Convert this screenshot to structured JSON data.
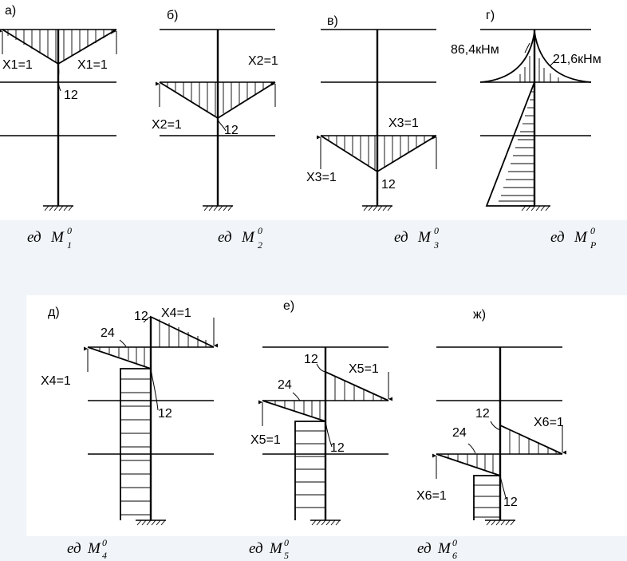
{
  "panels": {
    "a": {
      "letter": "а)",
      "x_left": "X1=1",
      "x_right": "X1=1",
      "value": "12",
      "caption": {
        "prefix": "ед",
        "main": "M",
        "sup": "0",
        "sub": "1"
      }
    },
    "b": {
      "letter": "б)",
      "x_top": "X2=1",
      "x_left": "X2=1",
      "value": "12",
      "caption": {
        "prefix": "ед",
        "main": "M",
        "sup": "0",
        "sub": "2"
      }
    },
    "v": {
      "letter": "в)",
      "x_top": "X3=1",
      "x_left": "X3=1",
      "value": "12",
      "caption": {
        "prefix": "ед",
        "main": "M",
        "sup": "0",
        "sub": "3"
      }
    },
    "g": {
      "letter": "г)",
      "value_left": "86,4кНм",
      "value_right": "21,6кНм",
      "caption": {
        "prefix": "ед",
        "main": "M",
        "sup": "0",
        "sub": "P"
      }
    },
    "d": {
      "letter": "д)",
      "x_top": "X4=1",
      "x_left": "X4=1",
      "value_24": "24",
      "value_12_top": "12",
      "value_12_bottom": "12",
      "caption": {
        "prefix": "ед",
        "main": "M",
        "sup": "0",
        "sub": "4"
      }
    },
    "e": {
      "letter": "е)",
      "x_top": "X5=1",
      "x_left": "X5=1",
      "value_24": "24",
      "value_12_top": "12",
      "value_12_bottom": "12",
      "caption": {
        "prefix": "ед",
        "main": "M",
        "sup": "0",
        "sub": "5"
      }
    },
    "zh": {
      "letter": "ж)",
      "x_top": "X6=1",
      "x_left": "X6=1",
      "value_24": "24",
      "value_12_top": "12",
      "value_12_bottom": "12",
      "caption": {
        "prefix": "ед",
        "main": "M",
        "sup": "0",
        "sub": "6"
      }
    }
  },
  "colors": {
    "background": "#f1f4f8",
    "panel": "#ffffff",
    "ink": "#000000"
  }
}
